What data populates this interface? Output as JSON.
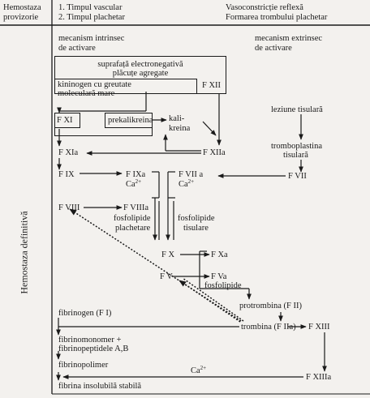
{
  "header": {
    "left_top": "Hemostaza",
    "left_bottom": "provizorie",
    "mid_line1": "1. Timpul vascular",
    "mid_line2": "2. Timpul plachetar",
    "right_line1": "Vasoconstricție reflexă",
    "right_line2": "Formarea trombului plachetar"
  },
  "side_label": "Hemostaza definitivă",
  "labels": {
    "intrinsec_l1": "mecanism intrinsec",
    "intrinsec_l2": "de activare",
    "extrinsec_l1": "mecanism extrinsec",
    "extrinsec_l2": "de activare",
    "surface_l1": "suprafață electronegativă",
    "surface_l2": "plăcuțe agregate",
    "kininogen_l1": "kininogen cu greutate",
    "kininogen_l2": "moleculară mare",
    "fxii": "F XII",
    "fxi": "F XI",
    "prekalikreina": "prekalikreina",
    "kalikreina_l1": "kali-",
    "kalikreina_l2": "kreina",
    "leziune": "leziune tisulară",
    "tromboplastina_l1": "tromboplastina",
    "tromboplastina_l2": "tisulară",
    "fxia": "F XIa",
    "fxiia": "F XIIa",
    "fix": "F IX",
    "fixa": "F IXa",
    "ca": "Ca",
    "ca_sup": "2+",
    "fviia": "F VII a",
    "fvii": "F VII",
    "fviii": "F VIII",
    "fviiia": "F VIIIa",
    "fosfolipide": "fosfolipide",
    "plachetare": "plachetare",
    "tisulare": "tisulare",
    "fx": "F X",
    "fxa": "F Xa",
    "fv": "F V",
    "fva": "F Va",
    "protrombina": "protrombina (F II)",
    "fibrinogen": "fibrinogen (F I)",
    "trombina": "trombina (F IIa)",
    "fxiii": "F XIII",
    "fibrinomonomer_l1": "fibrinomonomer +",
    "fibrinomonomer_l2": "fibrinopeptidele A,B",
    "fibrinopolimer": "fibrinopolimer",
    "fxiiia": "F XIIIa",
    "fibrina": "fibrina insolubilă stabilă"
  }
}
